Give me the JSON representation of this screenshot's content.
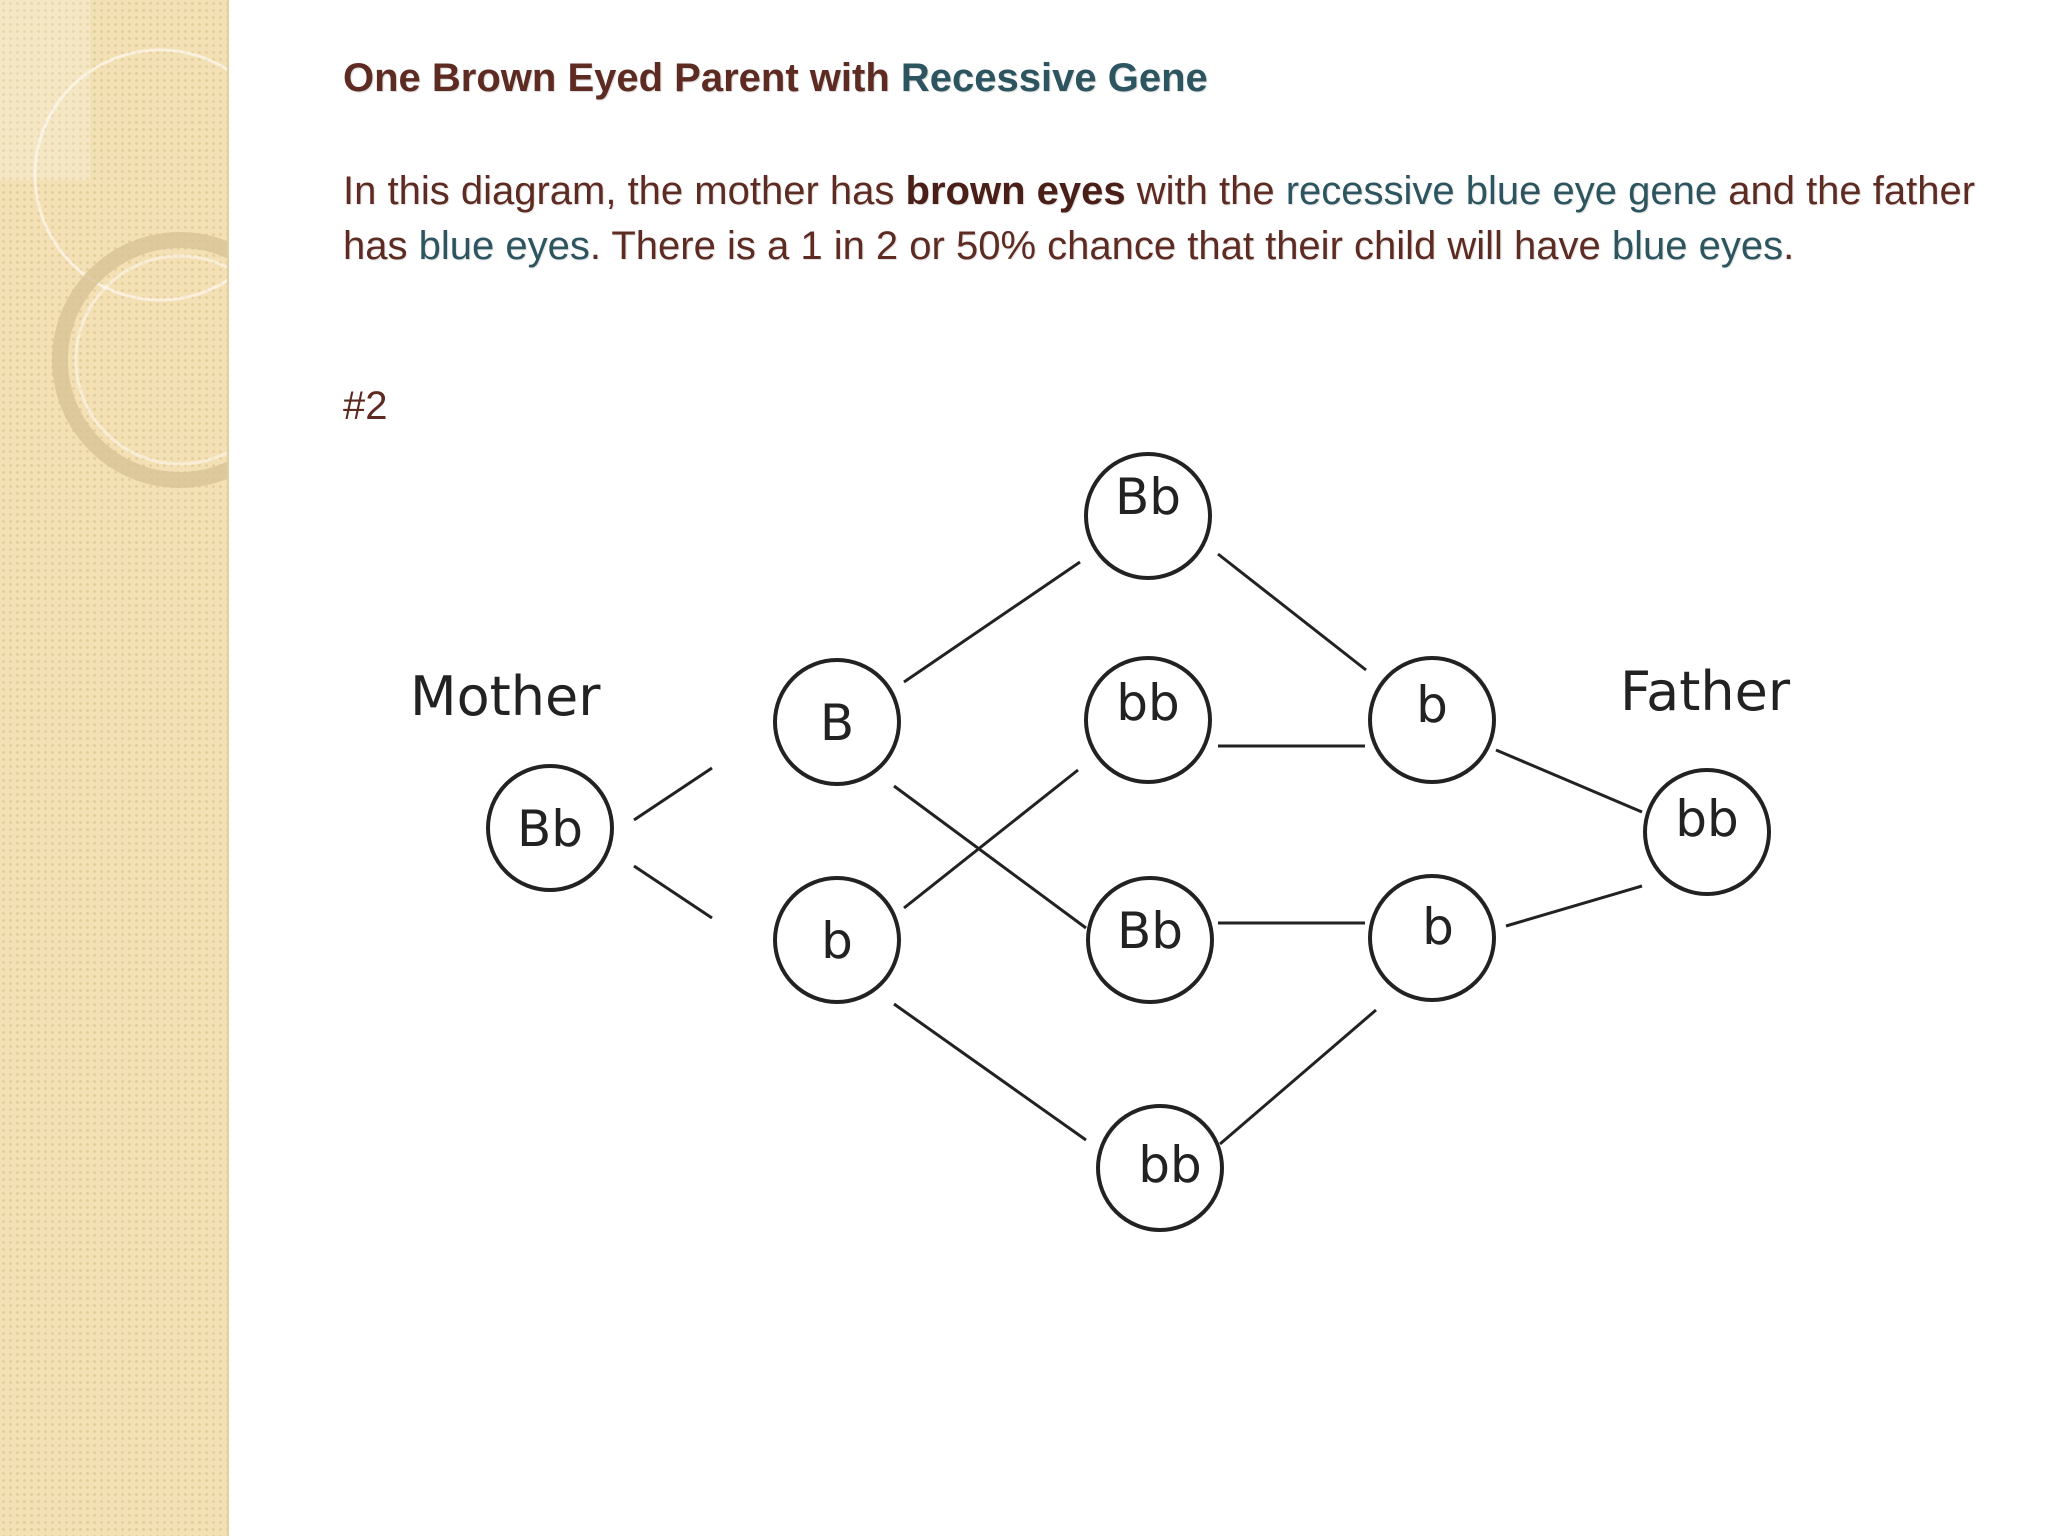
{
  "slide": {
    "title_part1": "One Brown Eyed Parent with",
    "title_part2": "Recessive Gene",
    "body": {
      "t1": "In this diagram, the mother has",
      "t2": "brown eyes",
      "t3": "with the",
      "t4": "recessive blue eye gene",
      "t5": "and the father has",
      "t6": "blue eyes",
      "t7": ". There is a 1 in 2 or 50% chance that their child will have",
      "t8": "blue eyes",
      "t9": "."
    },
    "number": "#2"
  },
  "diagram": {
    "mother_label": "Mother",
    "father_label": "Father",
    "nodes": {
      "mother": "Bb",
      "mother_allele_B": "B",
      "mother_allele_b": "b",
      "father": "bb",
      "father_allele_b1": "b",
      "father_allele_b2": "b",
      "child_1": "Bb",
      "child_2": "bb",
      "child_3": "Bb",
      "child_4": "bb"
    }
  },
  "colors": {
    "text": "#5e2b22",
    "accent": "#2d5560",
    "sidebar": "#f3e1b5"
  }
}
